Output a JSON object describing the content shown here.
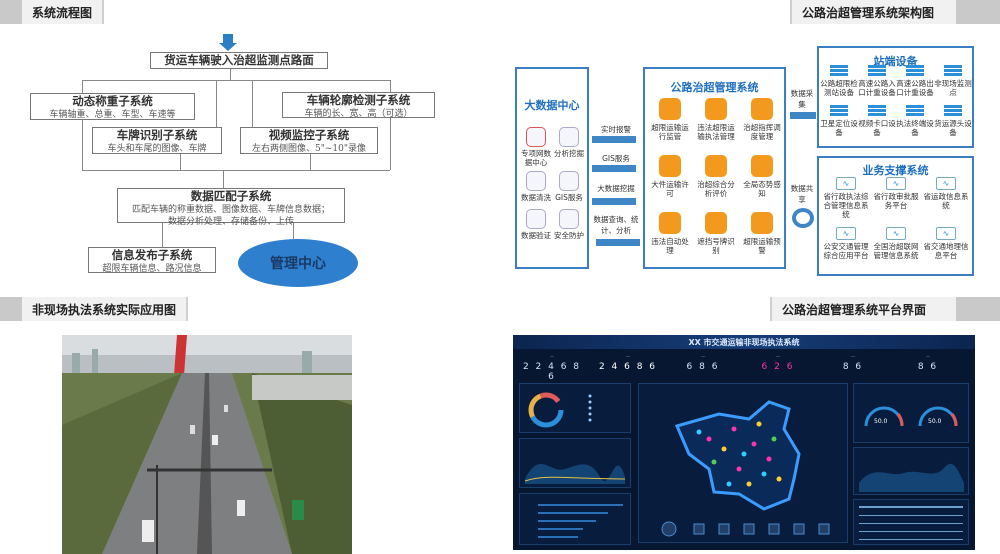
{
  "sections": {
    "flow": "系统流程图",
    "arch": "公路治超管理系统架构图",
    "photo": "非现场执法系统实际应用图",
    "platform": "公路治超管理系统平台界面"
  },
  "flowchart": {
    "start": "货运车辆驶入治超监测点路面",
    "weigh": {
      "title": "动态称重子系统",
      "sub": "车辆轴重、总重、车型、车速等"
    },
    "contour": {
      "title": "车辆轮廓检测子系统",
      "sub": "车辆的长、宽、高（可选）"
    },
    "plate": {
      "title": "车牌识别子系统",
      "sub": "车头和车尾的图像、车牌"
    },
    "video": {
      "title": "视频监控子系统",
      "sub": "左右两侧图像、5\"~10\"录像"
    },
    "match": {
      "title": "数据匹配子系统",
      "sub1": "匹配车辆的称重数据、图像数据、车牌信息数据；",
      "sub2": "数据分析处理、存储备份、上传"
    },
    "publish": {
      "title": "信息发布子系统",
      "sub": "超限车辆信息、路况信息"
    },
    "center": "管理中心"
  },
  "architecture": {
    "bigdata": {
      "title": "大数据中心",
      "items": [
        "专项网数据中心",
        "分析挖掘",
        "数据清洗",
        "GIS服务",
        "数据验证",
        "安全防护"
      ]
    },
    "links_left": [
      "实时报警",
      "GIS服务",
      "大数据挖掘",
      "数据查询、统计、分析"
    ],
    "main": {
      "title": "公路治超管理系统",
      "items": [
        "超限运输运行监管",
        "违法超限运输执法管理",
        "治超指挥调度管理",
        "大件运输许可",
        "治超综合分析评价",
        "全局态势感知",
        "违法自动处理",
        "遮挡号牌识别",
        "超限运输预警"
      ]
    },
    "collect_label": "数据采集",
    "share_label": "数据共享",
    "station": {
      "title": "站端设备",
      "items": [
        "公路超限检测站设备",
        "高速公路入口计重设备",
        "高速公路出口计重设备",
        "非现场监测点",
        "卫星定位设备",
        "视频卡口设备",
        "执法终端设备",
        "货运源头设备"
      ]
    },
    "support": {
      "title": "业务支撑系统",
      "items": [
        "省行政执法综合管理信息系统",
        "省行政审批服务平台",
        "省运政信息系统",
        "公安交通管理综合应用平台",
        "全国治超联网管理信息系统",
        "省交通地理信息平台"
      ]
    }
  },
  "dashboard": {
    "title": "XX 市交通运输非现场执法系统",
    "stats": [
      "2 2 4 6 8 6",
      "2 4 6 8 6",
      "6 8 6",
      "6 2 6",
      "8 6",
      "8 6"
    ],
    "gauges": [
      "50.0",
      "50.0"
    ],
    "colors": {
      "bg": "#071631",
      "accent": "#2b8fd9"
    }
  }
}
